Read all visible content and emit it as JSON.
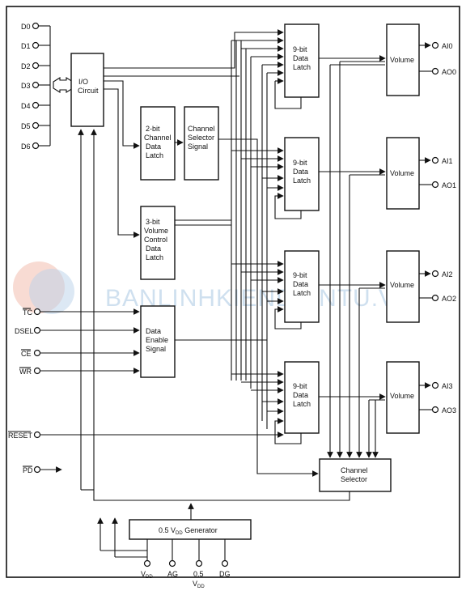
{
  "inputs": {
    "data_pins": [
      "D0",
      "D1",
      "D2",
      "D3",
      "D4",
      "D5",
      "D6"
    ],
    "control_pins": [
      "TC",
      "DSEL",
      "CE",
      "WR"
    ],
    "reset": "RESET",
    "pd": "PD"
  },
  "blocks": {
    "io": [
      "I/O",
      "Circuit"
    ],
    "channel_latch": [
      "2-bit",
      "Channel",
      "Data",
      "Latch"
    ],
    "channel_selector_signal": [
      "Channel",
      "Selector",
      "Signal"
    ],
    "volume_latch": [
      "3-bit",
      "Volume",
      "Control",
      "Data",
      "Latch"
    ],
    "data_enable": [
      "Data",
      "Enable",
      "Signal"
    ],
    "data_latch": [
      "9-bit",
      "Data",
      "Latch"
    ],
    "volume": "Volume",
    "channel_selector": [
      "Channel",
      "Selector"
    ],
    "generator": "0.5 V",
    "generator_sub": "DD",
    "generator_tail": " Generator"
  },
  "channels": [
    {
      "ai": "AI0",
      "ao": "AO0"
    },
    {
      "ai": "AI1",
      "ao": "AO1"
    },
    {
      "ai": "AI2",
      "ao": "AO2"
    },
    {
      "ai": "AI3",
      "ao": "AO3"
    }
  ],
  "bottom_pins": {
    "vdd": "V",
    "vdd_sub": "DD",
    "ag": "AG",
    "half": "0.5",
    "half_sub_v": "V",
    "half_sub_dd": "DD",
    "dg": "DG"
  },
  "watermark": "BANLINHKIENDIENTU.VN"
}
